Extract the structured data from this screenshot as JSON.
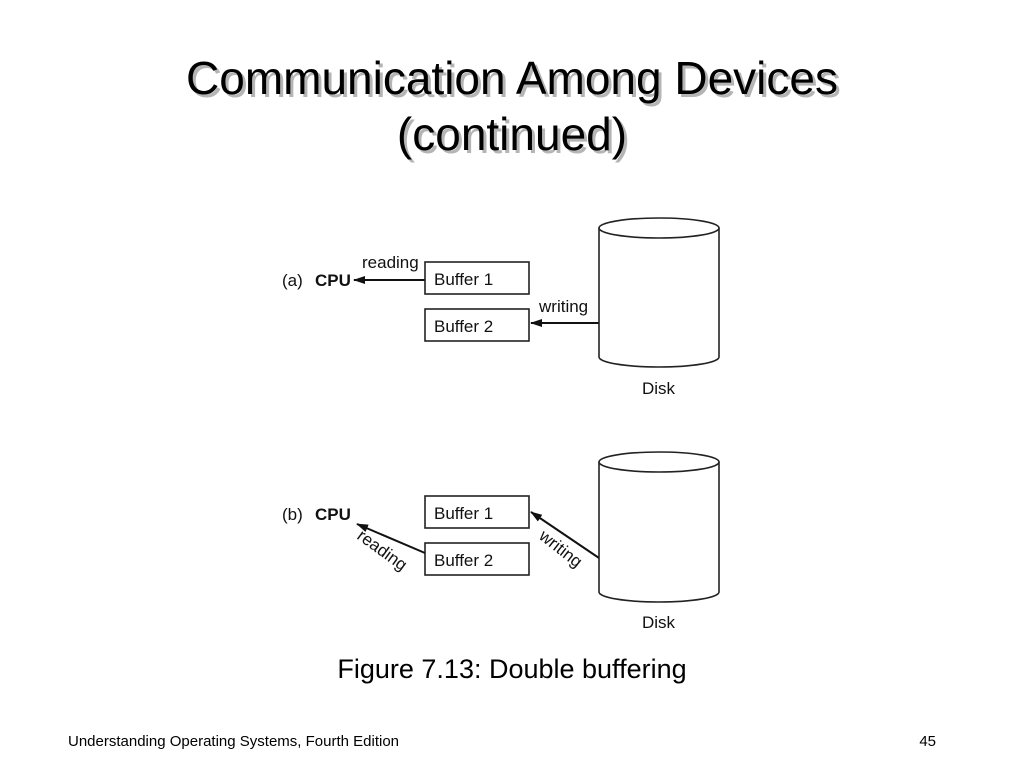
{
  "slide": {
    "title_line1": "Communication Among Devices",
    "title_line2": "(continued)",
    "caption": "Figure 7.13: Double buffering",
    "footer_left": "Understanding Operating Systems, Fourth Edition",
    "page_number": "45"
  },
  "diagram": {
    "panel_a": {
      "label": "(a)",
      "cpu": "CPU",
      "buffer1": "Buffer 1",
      "buffer2": "Buffer 2",
      "read_label": "reading",
      "write_label": "writing",
      "disk": "Disk"
    },
    "panel_b": {
      "label": "(b)",
      "cpu": "CPU",
      "buffer1": "Buffer 1",
      "buffer2": "Buffer 2",
      "read_label": "reading",
      "write_label": "writing",
      "disk": "Disk"
    }
  }
}
